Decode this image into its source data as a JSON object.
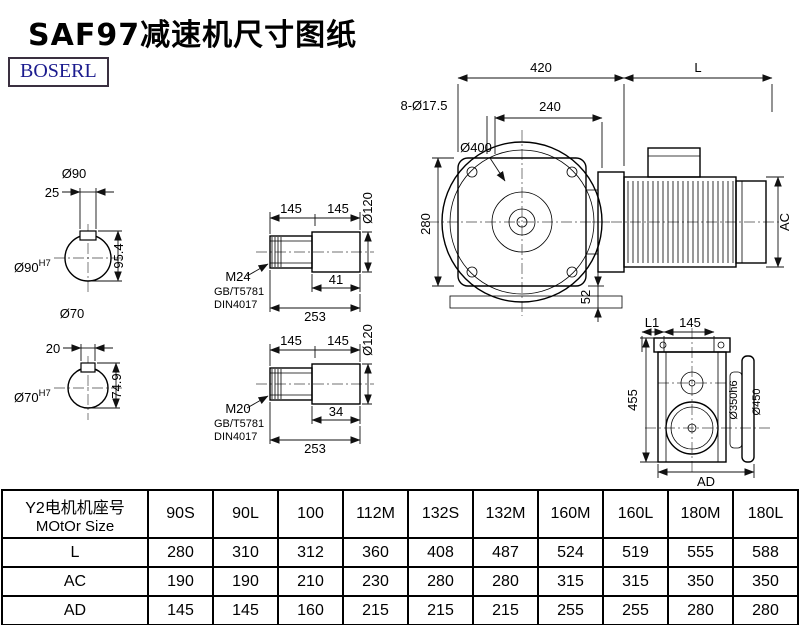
{
  "page": {
    "title": "SAF97减速机尺寸图纸",
    "logo": "BOSERL"
  },
  "front_view": {
    "dim_width": "420",
    "dim_length": "L",
    "bolt_holes": "8-Ø17.5",
    "dim_240": "240",
    "flange_dia": "Ø400",
    "dim_height": "280",
    "dim_52": "52",
    "dim_ac": "AC"
  },
  "shaft_end_top": {
    "dia": "Ø90",
    "key_width": "25",
    "key_height": "95.4",
    "fit_base": "Ø90",
    "fit_sup": "H7"
  },
  "shaft_end_bottom": {
    "dia": "Ø70",
    "key_width": "20",
    "key_height": "74.9",
    "fit_base": "Ø70",
    "fit_sup": "H7"
  },
  "shaft_top": {
    "len1": "145",
    "len2": "145",
    "dia": "Ø120",
    "thread": "M24",
    "std1": "GB/T5781",
    "std2": "DIN4017",
    "thread_len": "41",
    "total_len": "253"
  },
  "shaft_bottom": {
    "len1": "145",
    "len2": "145",
    "dia": "Ø120",
    "thread": "M20",
    "std1": "GB/T5781",
    "std2": "DIN4017",
    "thread_len": "34",
    "total_len": "253"
  },
  "side_view": {
    "dim_l1": "L1",
    "dim_145": "145",
    "dim_455": "455",
    "spigot_dia": "Ø350h6",
    "flange_dia": "Ø450",
    "dim_ad": "AD"
  },
  "table": {
    "header_line1": "Y2电机机座号",
    "header_line2": "MOtOr Size",
    "columns": [
      "90S",
      "90L",
      "100",
      "112M",
      "132S",
      "132M",
      "160M",
      "160L",
      "180M",
      "180L"
    ],
    "rows": [
      {
        "label": "L",
        "values": [
          "280",
          "310",
          "312",
          "360",
          "408",
          "487",
          "524",
          "519",
          "555",
          "588"
        ]
      },
      {
        "label": "AC",
        "values": [
          "190",
          "190",
          "210",
          "230",
          "280",
          "280",
          "315",
          "315",
          "350",
          "350"
        ]
      },
      {
        "label": "AD",
        "values": [
          "145",
          "145",
          "160",
          "215",
          "215",
          "215",
          "255",
          "255",
          "280",
          "280"
        ]
      }
    ]
  }
}
